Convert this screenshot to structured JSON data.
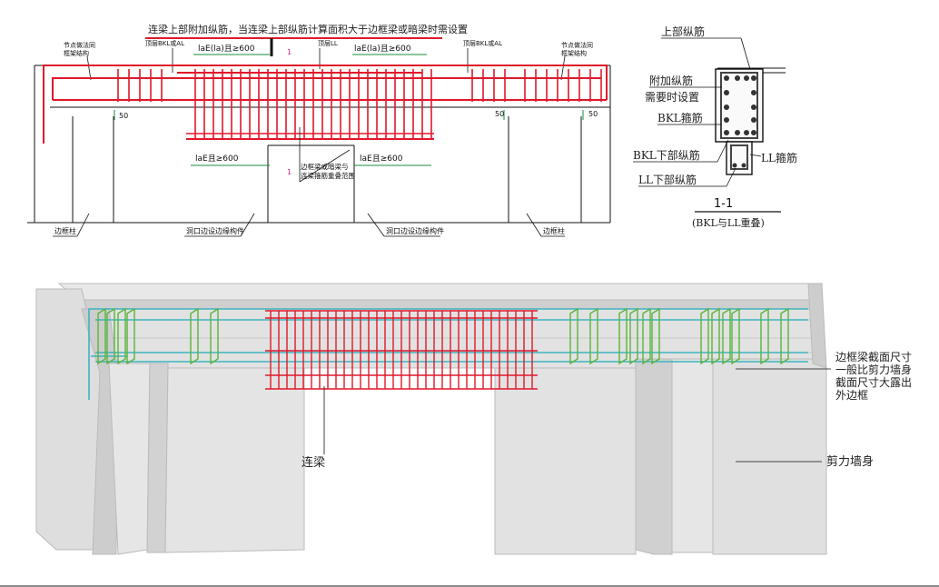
{
  "top_detail": {
    "header_note": "连梁上部附加纵筋，当连梁上部纵筋计算面积大于边框梁或暗梁时需设置",
    "left_node_note": [
      "节点做法同",
      "框架结构"
    ],
    "right_node_note": [
      "节点做法同",
      "框架结构"
    ],
    "top_bkl_left": "顶层BKL或AL",
    "top_bkl_right": "顶层BKL或AL",
    "top_ll": "顶层LL",
    "anchor_top_left": "laE(la)且≥600",
    "anchor_top_right": "laE(la)且≥600",
    "anchor_bottom_left": "laE且≥600",
    "anchor_bottom_right": "laE且≥600",
    "section_mark_top": "1",
    "section_mark_bottom": "1",
    "dim_50_a": "50",
    "dim_50_b": "50",
    "dim_50_c": "50",
    "overlap_note": [
      "边框梁或暗梁与",
      "连梁箍筋重叠范围"
    ],
    "side_col_left": "边框柱",
    "side_col_right": "边框柱",
    "opening_left": "洞口边设边缘构件",
    "opening_right": "洞口边设边缘构件"
  },
  "section_1_1": {
    "label_top_bars": "上部纵筋",
    "label_additional_1": "附加纵筋",
    "label_additional_2": "需要时设置",
    "label_bkl_stirrup": "BKL箍筋",
    "label_bkl_bottom": "BKL下部纵筋",
    "label_ll_stirrup": "LL箍筋",
    "label_ll_bottom": "LL下部纵筋",
    "title": "1-1",
    "subtitle": "(BKL与LL重叠)"
  },
  "model_3d": {
    "note_frame_beam": [
      "边框梁截面尺寸",
      "一般比剪力墙身",
      "截面尺寸大露出",
      "外边框"
    ],
    "label_coupling_beam": "连梁",
    "label_shear_wall": "剪力墙身"
  },
  "colors": {
    "rebar_red": "#e0182a",
    "dim_green": "#1a8c3a",
    "frame_green": "#5ab43a",
    "bar_cyan": "#3cb4c0",
    "concrete": "#dcdcdc",
    "concrete_dark": "#b4b4b4"
  }
}
